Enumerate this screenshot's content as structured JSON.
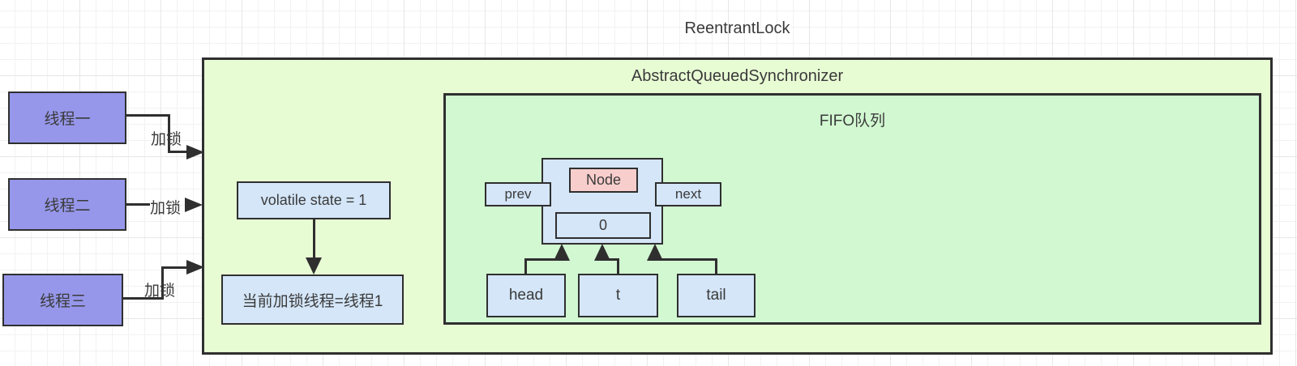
{
  "title": "ReentrantLock",
  "aqs": {
    "label": "AbstractQueuedSynchronizer"
  },
  "fifo": {
    "label": "FIFO队列"
  },
  "threads": [
    {
      "label": "线程一"
    },
    {
      "label": "线程二"
    },
    {
      "label": "线程三"
    }
  ],
  "lock_action_label": "加锁",
  "state_box": {
    "label": "volatile state = 1"
  },
  "owner_box": {
    "label": "当前加锁线程=线程1"
  },
  "node": {
    "label": "Node",
    "prev_label": "prev",
    "next_label": "next",
    "value": "0"
  },
  "pointers": [
    {
      "label": "head"
    },
    {
      "label": "t"
    },
    {
      "label": "tail"
    }
  ],
  "colors": {
    "thread_fill": "#9697ea",
    "aqs_fill": "#e8fcd4",
    "fifo_fill": "#d2f8d2",
    "field_fill": "#d4e6f8",
    "node_fill": "#f8cecc",
    "border": "#2f2f2f",
    "text": "#3a3a3a"
  }
}
